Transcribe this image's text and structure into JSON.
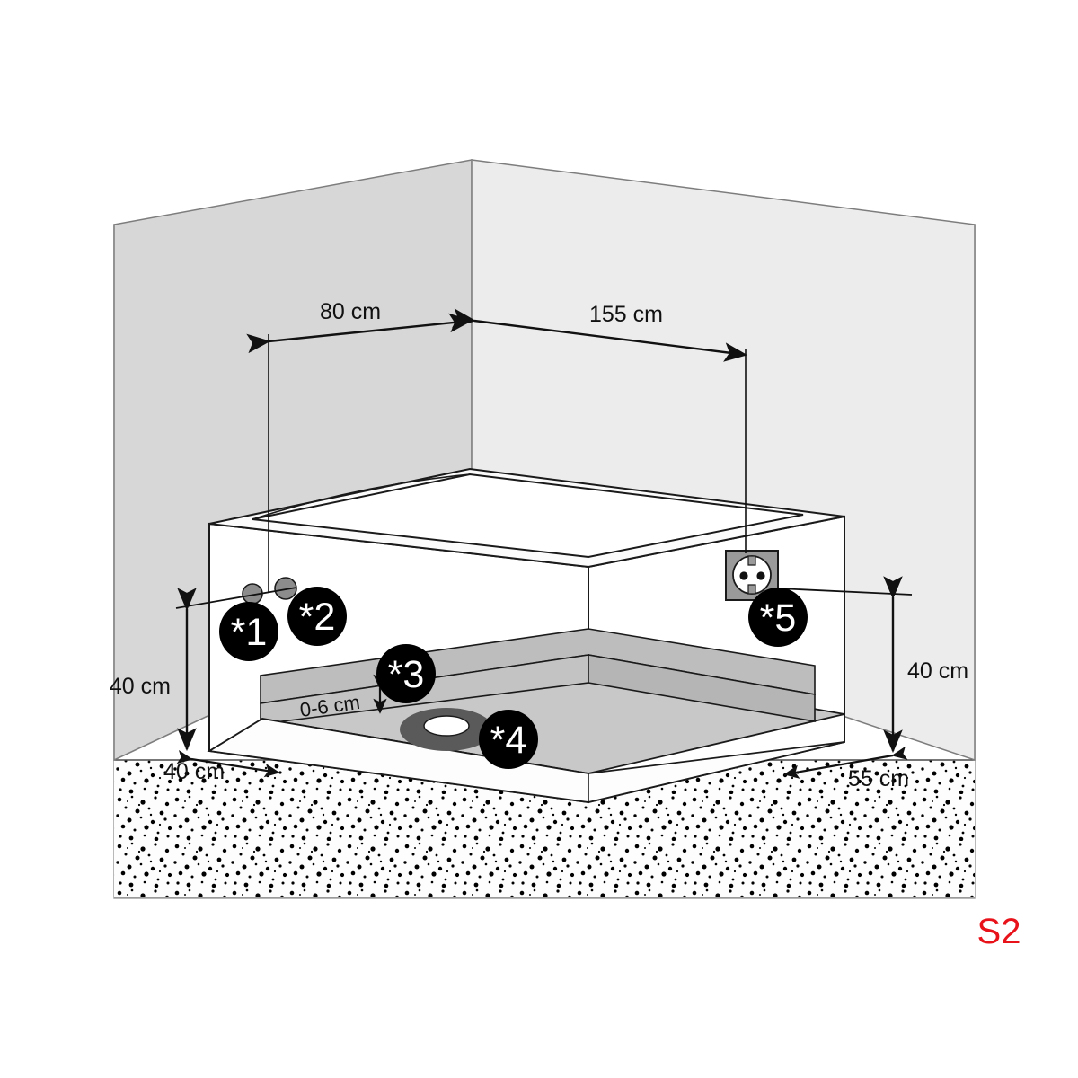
{
  "diagram": {
    "sheet_code": "S2",
    "sheet_code_color": "#e8131a",
    "dimensions": {
      "wall_left_width": "80 cm",
      "wall_right_width": "155 cm",
      "height_left": "40 cm",
      "height_right": "40 cm",
      "depth_left": "40 cm",
      "depth_right": "55 cm",
      "step_height": "0-6 cm"
    },
    "markers": [
      {
        "id": "1",
        "label": "*1",
        "meaning": "cold-water-connection"
      },
      {
        "id": "2",
        "label": "*2",
        "meaning": "hot-water-connection"
      },
      {
        "id": "3",
        "label": "*3",
        "meaning": "tray-step-height"
      },
      {
        "id": "4",
        "label": "*4",
        "meaning": "drain-outlet"
      },
      {
        "id": "5",
        "label": "*5",
        "meaning": "power-socket"
      }
    ],
    "colors": {
      "wall_left": "#d7d7d7",
      "wall_right": "#ececec",
      "tray": "#c8c8c8",
      "step": "#bdbdbd",
      "drain_ring": "#5a5a5a",
      "pipe": "#8c8c8c",
      "socket_body": "#9a9a9a",
      "outline": "#1a1a1a",
      "accent": "#e8131a"
    }
  }
}
